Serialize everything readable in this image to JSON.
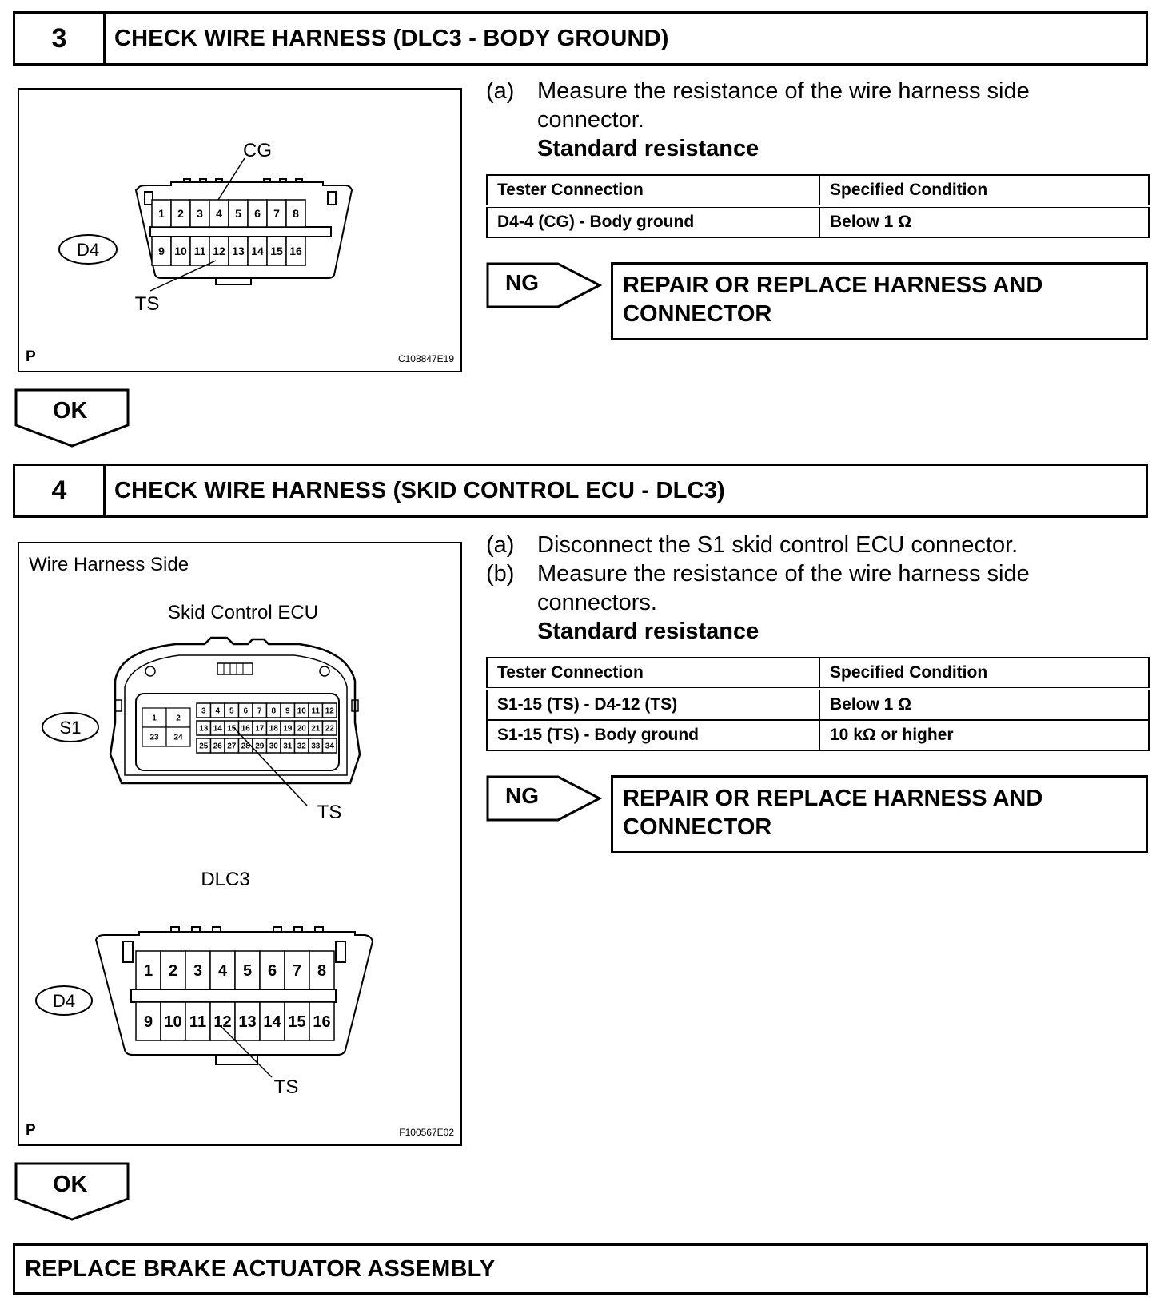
{
  "step3": {
    "number": "3",
    "title": "CHECK WIRE HARNESS (DLC3 - BODY GROUND)",
    "figure": {
      "callout_cg": "CG",
      "callout_ts": "TS",
      "connector_label": "D4",
      "pins_top": [
        "1",
        "2",
        "3",
        "4",
        "5",
        "6",
        "7",
        "8"
      ],
      "pins_bottom": [
        "9",
        "10",
        "11",
        "12",
        "13",
        "14",
        "15",
        "16"
      ],
      "corner_mark": "P",
      "code": "C108847E19"
    },
    "instructions": [
      {
        "label": "(a)",
        "text": "Measure the resistance of the wire harness side connector."
      }
    ],
    "standard_resistance_label": "Standard resistance",
    "table": {
      "headers": [
        "Tester Connection",
        "Specified Condition"
      ],
      "rows": [
        [
          "D4-4 (CG) - Body ground",
          "Below 1 Ω"
        ]
      ]
    },
    "ng_label": "NG",
    "ng_result": "REPAIR OR REPLACE HARNESS AND CONNECTOR",
    "ok_label": "OK"
  },
  "step4": {
    "number": "4",
    "title": "CHECK WIRE HARNESS (SKID CONTROL ECU - DLC3)",
    "figure": {
      "side_label": "Wire Harness Side",
      "ecu_label": "Skid Control ECU",
      "ecu_connector_label": "S1",
      "ecu_callout_ts": "TS",
      "ecu_pins": {
        "block_a": [
          "1",
          "2",
          "23",
          "24"
        ],
        "row1": [
          "3",
          "4",
          "5",
          "6",
          "7",
          "8",
          "9",
          "10",
          "11",
          "12"
        ],
        "row2": [
          "13",
          "14",
          "15",
          "16",
          "17",
          "18",
          "19",
          "20",
          "21",
          "22"
        ],
        "row3": [
          "25",
          "26",
          "27",
          "28",
          "29",
          "30",
          "31",
          "32",
          "33",
          "34"
        ]
      },
      "dlc_label": "DLC3",
      "dlc_connector_label": "D4",
      "dlc_callout_ts": "TS",
      "pins_top": [
        "1",
        "2",
        "3",
        "4",
        "5",
        "6",
        "7",
        "8"
      ],
      "pins_bottom": [
        "9",
        "10",
        "11",
        "12",
        "13",
        "14",
        "15",
        "16"
      ],
      "corner_mark": "P",
      "code": "F100567E02"
    },
    "instructions": [
      {
        "label": "(a)",
        "text": "Disconnect the S1 skid control ECU connector."
      },
      {
        "label": "(b)",
        "text": "Measure the resistance of the wire harness side connectors."
      }
    ],
    "standard_resistance_label": "Standard resistance",
    "table": {
      "headers": [
        "Tester Connection",
        "Specified Condition"
      ],
      "rows": [
        [
          "S1-15 (TS) - D4-12 (TS)",
          "Below 1 Ω"
        ],
        [
          "S1-15 (TS) - Body ground",
          "10 kΩ or higher"
        ]
      ]
    },
    "ng_label": "NG",
    "ng_result": "REPAIR OR REPLACE HARNESS AND CONNECTOR",
    "ok_label": "OK"
  },
  "final": {
    "title": "REPLACE BRAKE ACTUATOR ASSEMBLY"
  }
}
